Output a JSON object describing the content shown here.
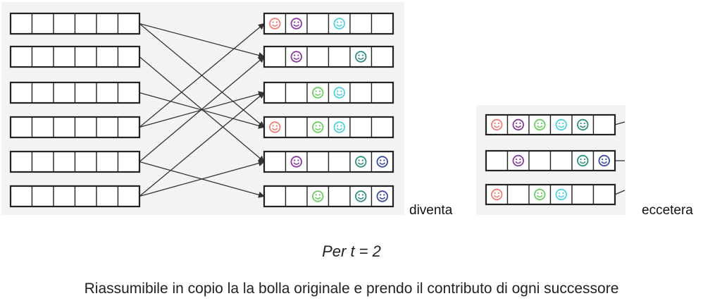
{
  "labels": {
    "diventa": "diventa",
    "eccetera": "eccetera",
    "caption": "Per t = 2",
    "sentence": "Riassumibile in copio la la bolla originale e prendo il contributo di ogni successore"
  },
  "colors": {
    "salmon": "#f07f78",
    "purple": "#8a3aa0",
    "green": "#6ccc62",
    "cyan": "#4fd0dc",
    "teal": "#2f8f7e",
    "navy": "#3a4a9c"
  },
  "left_rows": [
    {
      "cells": [
        "",
        "",
        "",
        "",
        "",
        ""
      ]
    },
    {
      "cells": [
        "",
        "",
        "",
        "",
        "",
        ""
      ]
    },
    {
      "cells": [
        "",
        "",
        "",
        "",
        "",
        ""
      ]
    },
    {
      "cells": [
        "",
        "",
        "",
        "",
        "",
        ""
      ]
    },
    {
      "cells": [
        "",
        "",
        "",
        "",
        "",
        ""
      ]
    },
    {
      "cells": [
        "",
        "",
        "",
        "",
        "",
        ""
      ]
    }
  ],
  "right_rows": [
    {
      "cells": [
        "salmon",
        "purple",
        "",
        "cyan",
        "",
        ""
      ]
    },
    {
      "cells": [
        "",
        "purple",
        "",
        "",
        "teal",
        ""
      ]
    },
    {
      "cells": [
        "",
        "",
        "green",
        "cyan",
        "",
        ""
      ]
    },
    {
      "cells": [
        "salmon",
        "",
        "green",
        "cyan",
        "",
        ""
      ]
    },
    {
      "cells": [
        "",
        "purple",
        "",
        "",
        "teal",
        "navy"
      ]
    },
    {
      "cells": [
        "",
        "",
        "green",
        "",
        "teal",
        "navy"
      ]
    }
  ],
  "result_rows": [
    {
      "cells": [
        "salmon",
        "purple",
        "green",
        "cyan",
        "teal",
        ""
      ]
    },
    {
      "cells": [
        "",
        "purple",
        "",
        "",
        "teal",
        "navy"
      ]
    },
    {
      "cells": [
        "salmon",
        "",
        "green",
        "cyan",
        "",
        ""
      ]
    }
  ],
  "arrows": [
    {
      "from": 0,
      "to": 1
    },
    {
      "from": 0,
      "to": 3
    },
    {
      "from": 1,
      "to": 4
    },
    {
      "from": 2,
      "to": 3
    },
    {
      "from": 3,
      "to": 0
    },
    {
      "from": 3,
      "to": 2
    },
    {
      "from": 4,
      "to": 5
    },
    {
      "from": 4,
      "to": 1
    },
    {
      "from": 5,
      "to": 2
    },
    {
      "from": 5,
      "to": 4
    }
  ]
}
